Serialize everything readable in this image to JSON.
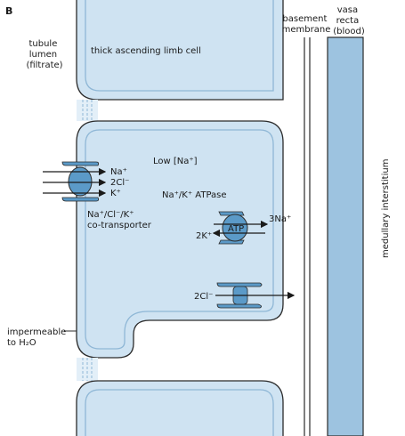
{
  "panel_label": "B",
  "labels": {
    "tubule_lumen": [
      "tubule",
      "lumen",
      "(filtrate)"
    ],
    "cell_top": "thick ascending limb cell",
    "basement_membrane": [
      "basement",
      "membrane"
    ],
    "vasa_recta": [
      "vasa",
      "recta",
      "(blood)"
    ],
    "medullary_interstitium": "medullary interstitium",
    "low_na": "Low [Na⁺]",
    "cotransporter_ions": [
      "Na⁺",
      "2Cl⁻",
      "K⁺"
    ],
    "cotransporter_name": [
      "Na⁺/Cl⁻/K⁺",
      "co-transporter"
    ],
    "atpase_name": "Na⁺/K⁺ ATPase",
    "atp": "ATP",
    "three_na": "3Na⁺",
    "two_k": "2K⁺",
    "two_cl": "2Cl⁻",
    "impermeable": [
      "impermeable",
      "to H₂O"
    ]
  },
  "colors": {
    "cell_fill": "#cfe3f2",
    "membrane_stroke": "#8fb7d6",
    "protein": "#5b9ac8",
    "blood": "#9dc3e0",
    "outline": "#2b2b2b"
  }
}
